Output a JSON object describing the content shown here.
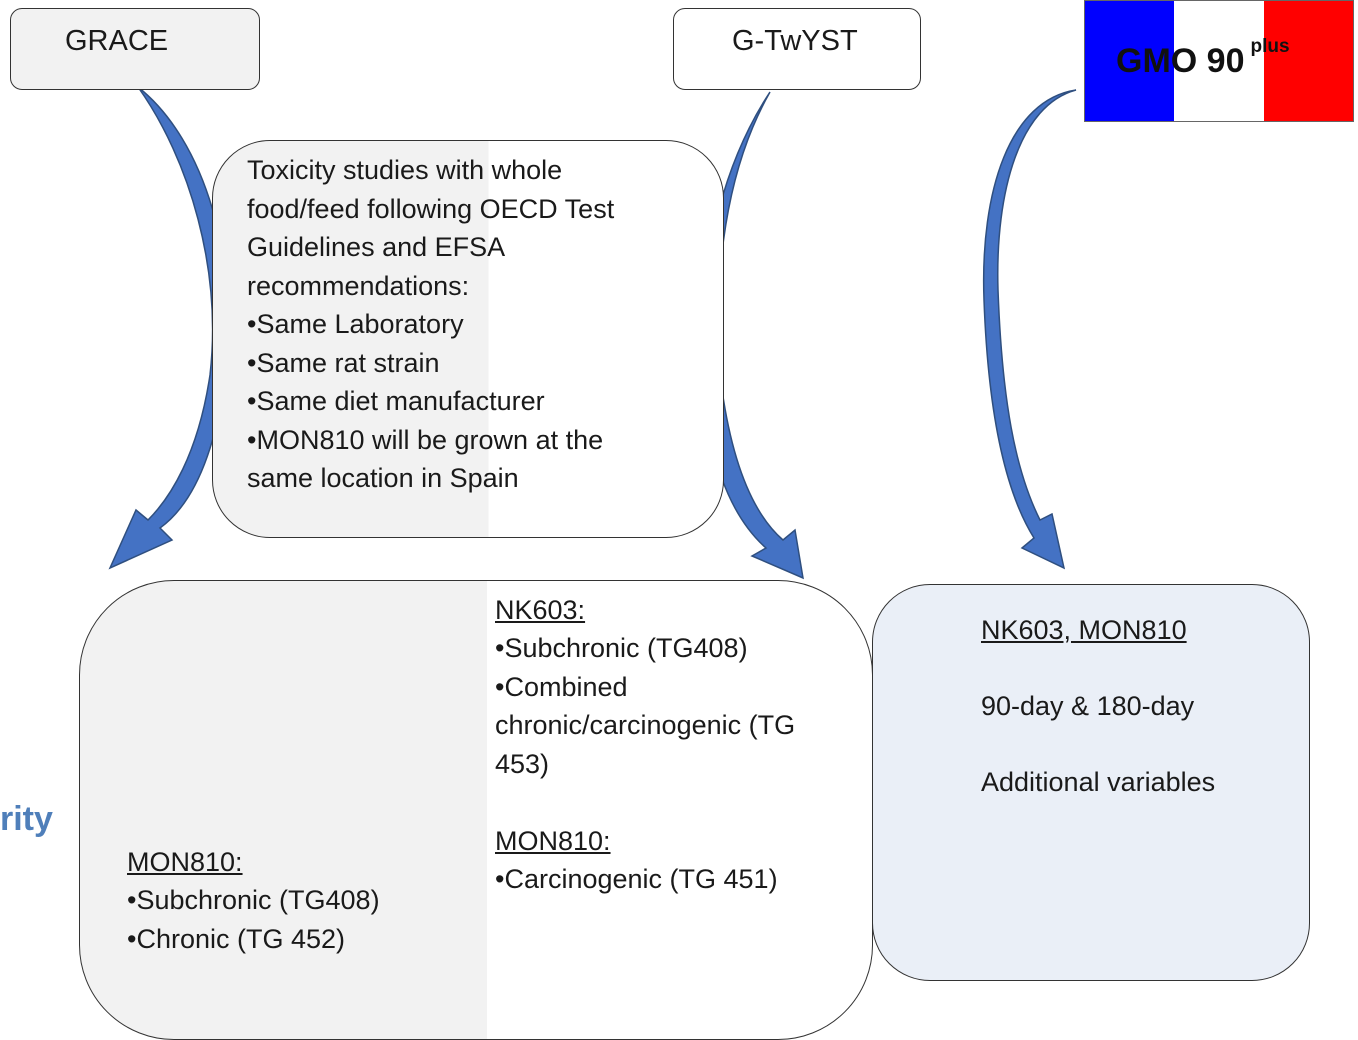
{
  "projects": {
    "grace": "GRACE",
    "gtwyst": "G-TwYST",
    "gmo90": "GMO 90",
    "gmo90_sup": "plus"
  },
  "flag_colors": [
    "#0000ff",
    "#ffffff",
    "#ff0000"
  ],
  "toxicity_box": {
    "intro_lines": [
      "Toxicity studies with whole",
      "food/feed following OECD Test",
      "Guidelines and EFSA",
      "recommendations:"
    ],
    "bullets": [
      "•Same Laboratory",
      "•Same rat strain",
      "•Same diet manufacturer",
      "•MON810 will be grown at the",
      "same location in Spain"
    ]
  },
  "grace_studies": {
    "heading": "MON810:",
    "items": [
      "•Subchronic (TG408)",
      "•Chronic  (TG 452)"
    ]
  },
  "gtwyst_studies": {
    "nk603_heading": "NK603:",
    "nk603_items": [
      "•Subchronic  (TG408)",
      "•Combined",
      "chronic/carcinogenic (TG",
      "453)"
    ],
    "mon810_heading": "MON810:",
    "mon810_items": [
      "•Carcinogenic (TG 451)"
    ]
  },
  "gmo90_studies": {
    "heading": "NK603, MON810",
    "duration": "90-day  & 180-day",
    "extra": "Additional variables"
  },
  "partial_text": "rity"
}
